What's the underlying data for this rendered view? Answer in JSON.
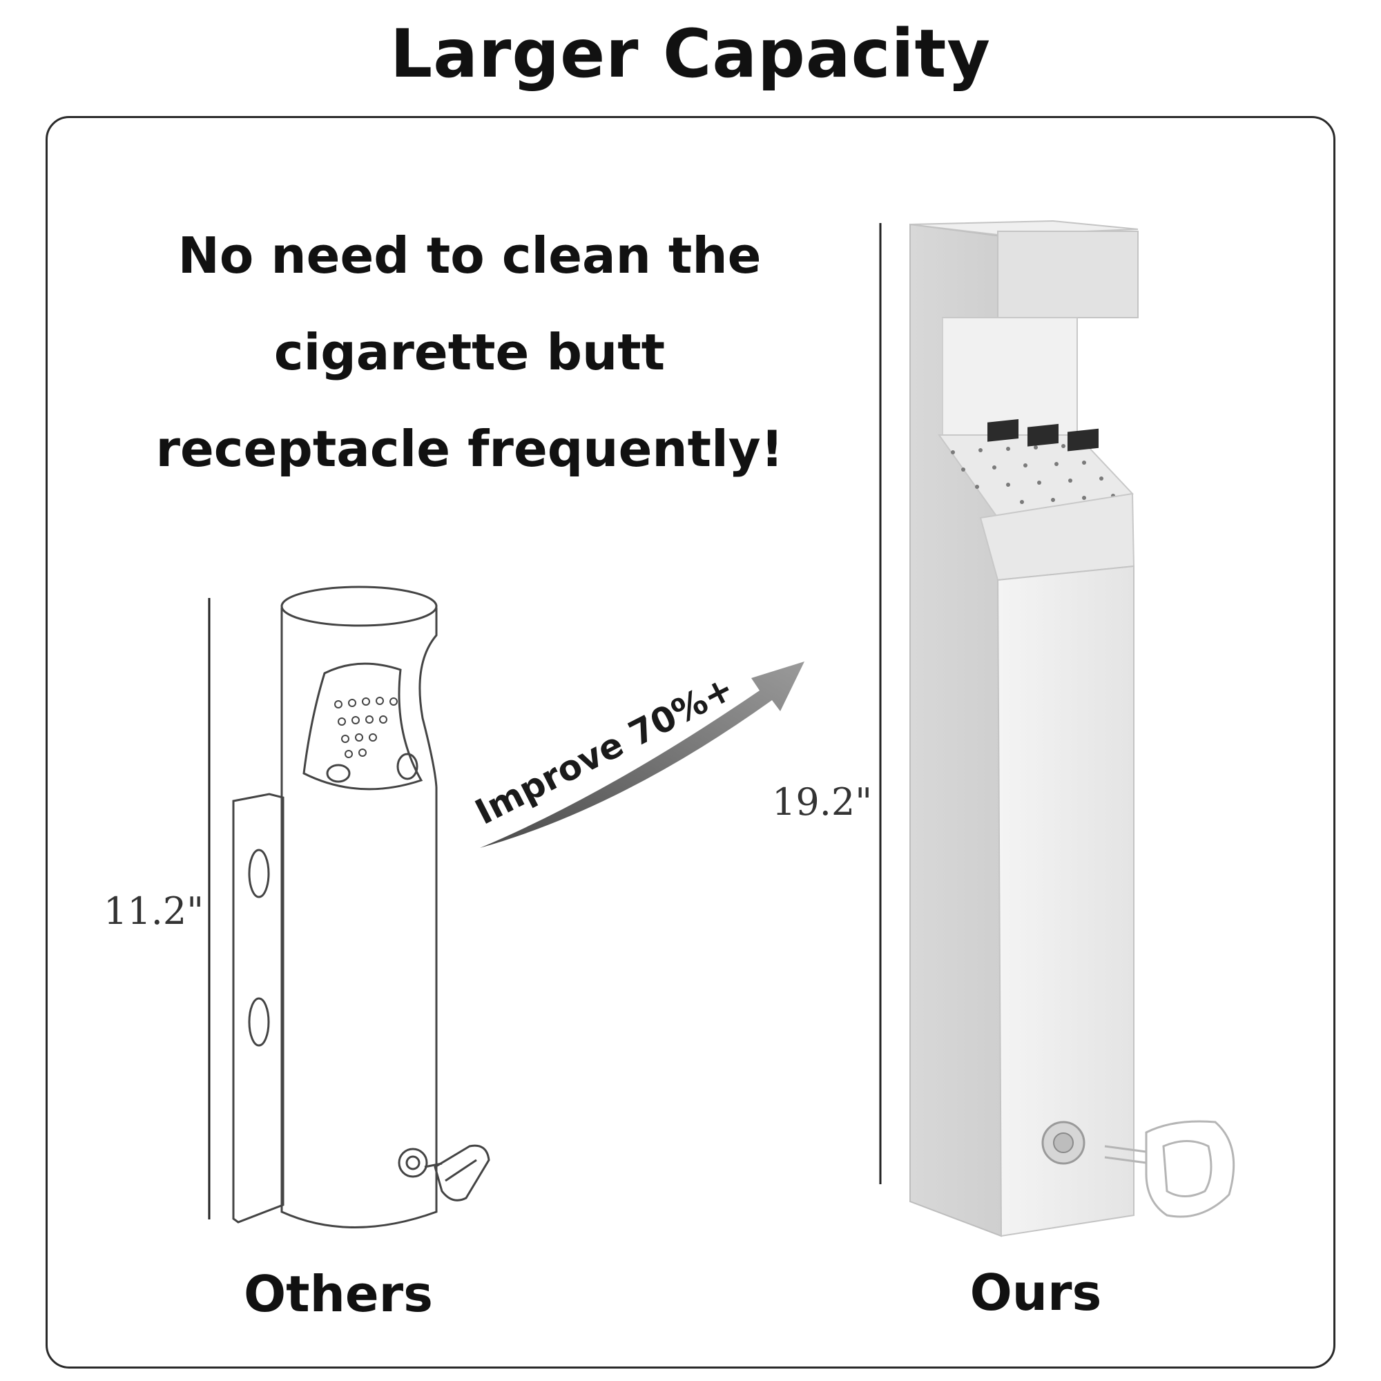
{
  "header": {
    "title": "Larger Capacity"
  },
  "headline": {
    "line1": "No need to clean the",
    "line2": "cigarette butt",
    "line3": "receptacle frequently!"
  },
  "comparison": {
    "arrow_label": "Improve 70%+",
    "left": {
      "caption": "Others",
      "height_label": "11.2\""
    },
    "right": {
      "caption": "Ours",
      "height_label": "19.2\""
    }
  },
  "colors": {
    "text": "#111111",
    "border": "#2a2a2a",
    "arrow": "#7d7d7d",
    "product_body": "#e6e6e6"
  }
}
